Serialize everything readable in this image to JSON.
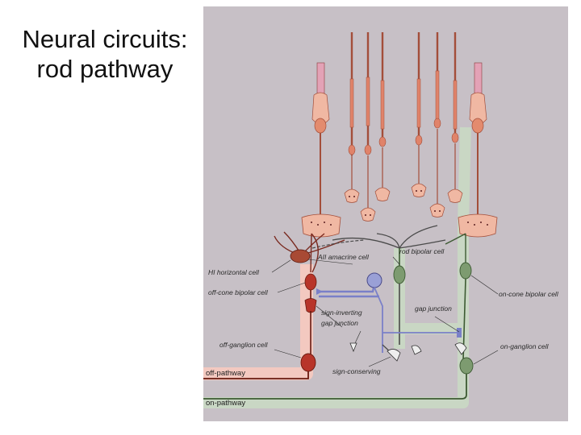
{
  "title": {
    "line1": "Neural circuits:",
    "line2": "rod pathway"
  },
  "labels": {
    "hi_horizontal_cell": "HI horizontal cell",
    "all_amacrine_cell": "AII amacrine cell",
    "rod_bipolar_cell": "rod bipolar cell",
    "off_cone_bipolar_cell": "off-cone bipolar cell",
    "on_cone_bipolar_cell": "on-cone bipolar cell",
    "sign_inverting": "sign-inverting",
    "gap_junction_left": "gap junction",
    "gap_junction_right": "gap junction",
    "off_ganglion_cell": "off-ganglion cell",
    "on_ganglion_cell": "on-ganglion cell",
    "sign_conserving": "sign-conserving",
    "off_pathway": "off-pathway",
    "on_pathway": "on-pathway"
  },
  "colors": {
    "panel": "#c7c0c6",
    "photoreceptor": "#e0836a",
    "cone_body": "#f0b8a3",
    "off_pathway": "#f6c9c0",
    "on_pathway": "#c9d9c3",
    "off_cell": "#b8352a",
    "on_cell": "#7d9b70",
    "amacrine": "#9aa0d6"
  }
}
